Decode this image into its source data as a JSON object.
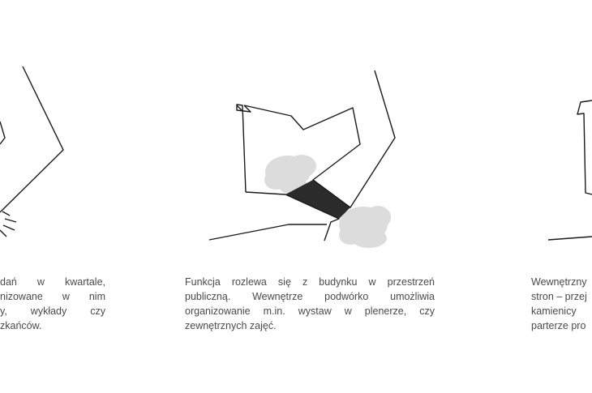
{
  "panels": {
    "left": {
      "caption_lines": [
        "dań w kwartale,",
        "nizowane w nim",
        "y, wykłady czy",
        "zkańców."
      ]
    },
    "center": {
      "caption_lines": [
        "Funkcja rozlewa się z budynku w przestrzeń",
        "publiczną. Wewnętrze podwórko umożliwia",
        "organizowanie m.in. wystaw w plenerze, czy",
        "zewnętrznych zajęć."
      ]
    },
    "right": {
      "caption_lines": [
        "Wewnętrzny",
        "stron – przej",
        "kamienicy",
        "parterze pro"
      ]
    }
  },
  "colors": {
    "line": "#1a1a1a",
    "shaded_area": "#2b2b2b",
    "cloud": "#d9d9d9",
    "text": "#4a4a4a"
  }
}
